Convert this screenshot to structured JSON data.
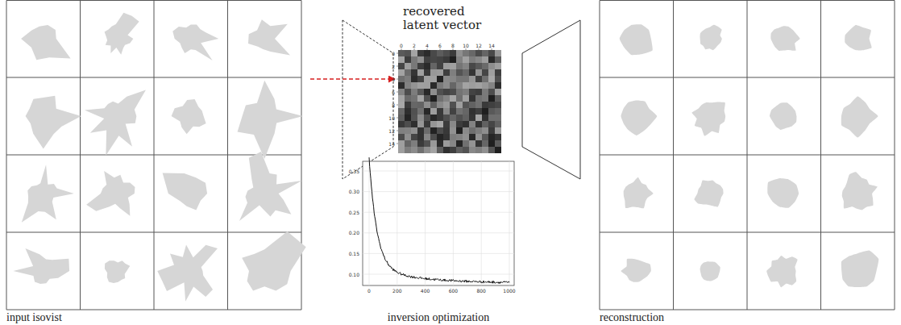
{
  "diagram": {
    "labels": [
      "input isovist",
      "recovered latent vector",
      "inversion optimization",
      "reconstruction",
      "0",
      "2",
      "4",
      "6",
      "8",
      "10",
      "12",
      "14",
      "0",
      "2",
      "4",
      "6",
      "8",
      "10",
      "12",
      "14",
      "0.35",
      "0.30",
      "0.25",
      "0.20",
      "0.15",
      "0.10",
      "0",
      "200",
      "400",
      "600",
      "800",
      "1000"
    ]
  }
}
